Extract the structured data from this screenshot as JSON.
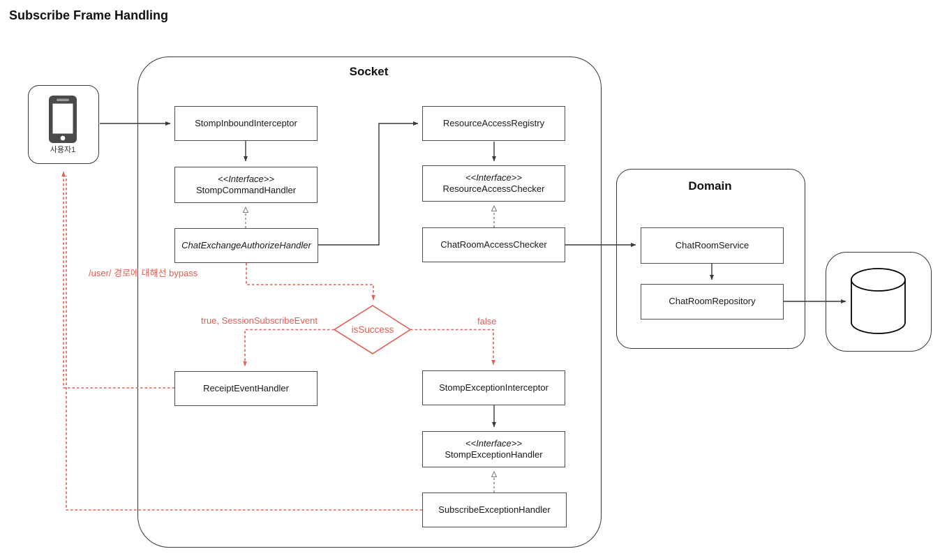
{
  "title": "Subscribe Frame Handling",
  "actor": {
    "label": "사용자1"
  },
  "containers": {
    "socket": {
      "label": "Socket"
    },
    "domain": {
      "label": "Domain"
    }
  },
  "nodes": {
    "stomp_inbound_interceptor": {
      "label": "StompInboundInterceptor"
    },
    "stomp_command_handler": {
      "stereotype": "<<Interface>>",
      "label": "StompCommandHandler"
    },
    "chat_exchange_authorize_handler": {
      "label": "ChatExchangeAuthorizeHandler"
    },
    "resource_access_registry": {
      "label": "ResourceAccessRegistry"
    },
    "resource_access_checker": {
      "stereotype": "<<Interface>>",
      "label": "ResourceAccessChecker"
    },
    "chat_room_access_checker": {
      "label": "ChatRoomAccessChecker"
    },
    "receipt_event_handler": {
      "label": "ReceiptEventHandler"
    },
    "stomp_exception_interceptor": {
      "label": "StompExceptionInterceptor"
    },
    "stomp_exception_handler": {
      "stereotype": "<<Interface>>",
      "label": "StompExceptionHandler"
    },
    "subscribe_exception_handler": {
      "label": "SubscribeExceptionHandler"
    },
    "chat_room_service": {
      "label": "ChatRoomService"
    },
    "chat_room_repository": {
      "label": "ChatRoomRepository"
    }
  },
  "decision": {
    "label": "isSuccess"
  },
  "edge_labels": {
    "bypass_note": "/user/ 경로에 대해선 bypass",
    "true_branch": "true, SessionSubscribeEvent",
    "false_branch": "false"
  },
  "colors": {
    "red": "#e55c52",
    "box_border": "#4d4d4d",
    "connector": "#383838"
  },
  "icons": {
    "actor": "smartphone-icon",
    "datastore": "database-cylinder-icon"
  }
}
